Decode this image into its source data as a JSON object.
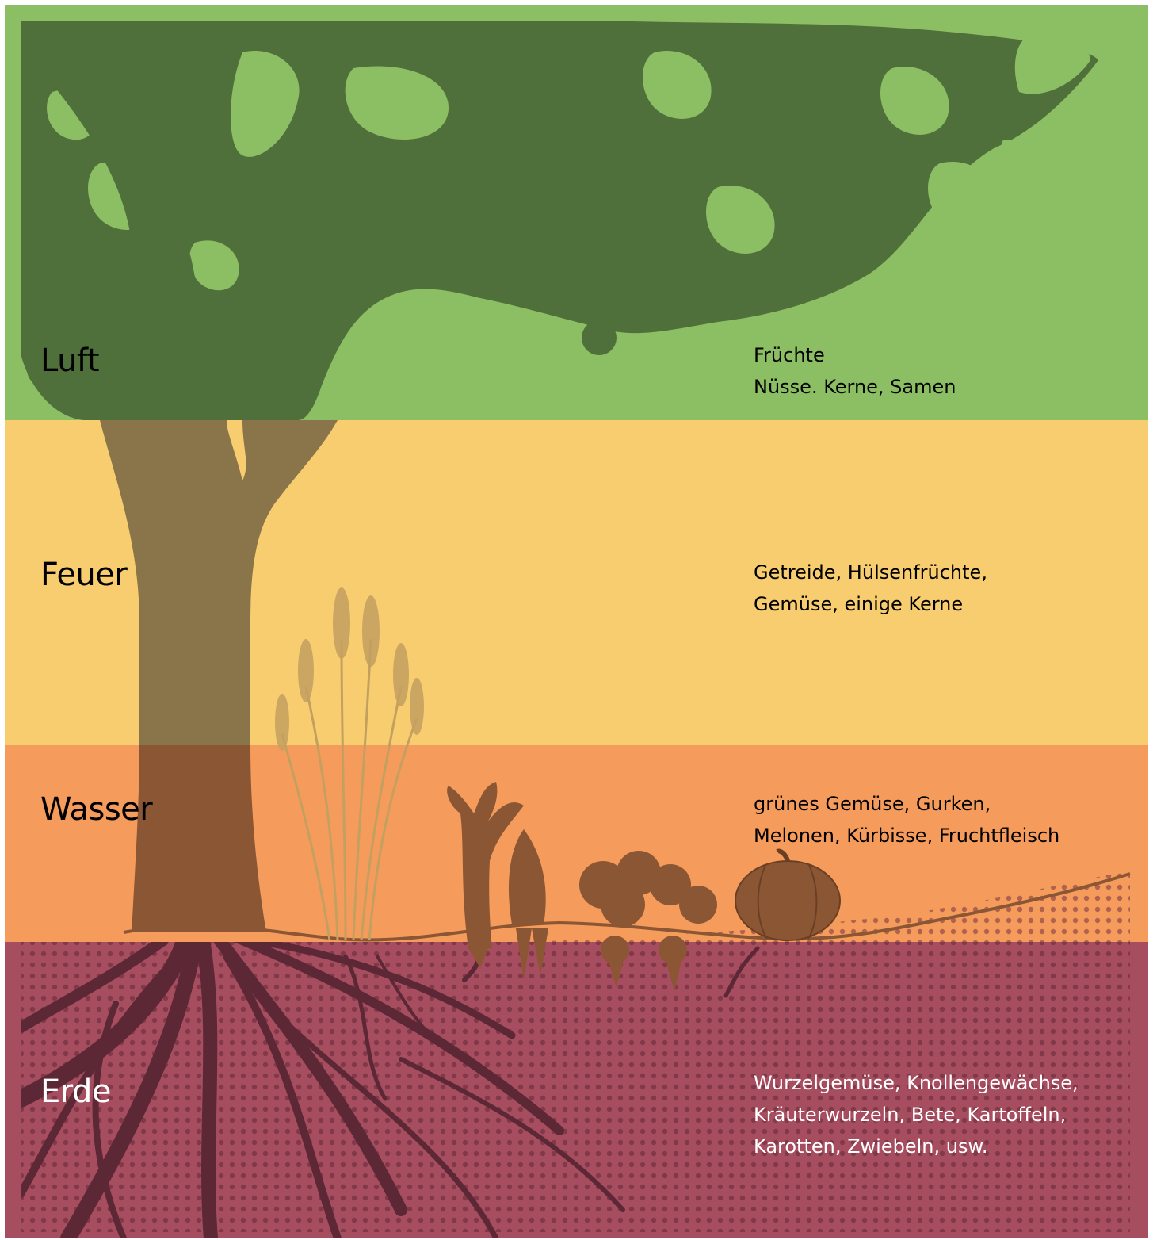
{
  "colors": {
    "luft": "#8cbe64",
    "feuer": "#f8cd6f",
    "wasser": "#f59b5c",
    "erde": "#a64d60",
    "tree": "#4f6f3b",
    "tree_lower": "#8a7449",
    "tree_bottom": "#8b5634",
    "crops": "#8b5634",
    "roots": "#5c2836"
  },
  "layers": [
    {
      "id": "luft",
      "name": "Luft",
      "foods": [
        "Früchte",
        "Nüsse. Kerne, Samen"
      ]
    },
    {
      "id": "feuer",
      "name": "Feuer",
      "foods": [
        "Getreide, Hülsenfrüchte,",
        "Gemüse, einige Kerne"
      ]
    },
    {
      "id": "wasser",
      "name": "Wasser",
      "foods": [
        "grünes Gemüse, Gurken,",
        "Melonen, Kürbisse, Fruchtfleisch"
      ]
    },
    {
      "id": "erde",
      "name": "Erde",
      "foods": [
        "Wurzelgemüse, Knollengewächse,",
        "Kräuterwurzeln, Bete, Kartoffeln,",
        "Karotten, Zwiebeln, usw."
      ]
    }
  ],
  "illustration": {
    "tree": "apple-tree-silhouette",
    "crops": [
      "wheat-icon",
      "onion-icon",
      "carrot-icon",
      "beet-icon",
      "pumpkin-icon"
    ],
    "soil": "root-system"
  }
}
